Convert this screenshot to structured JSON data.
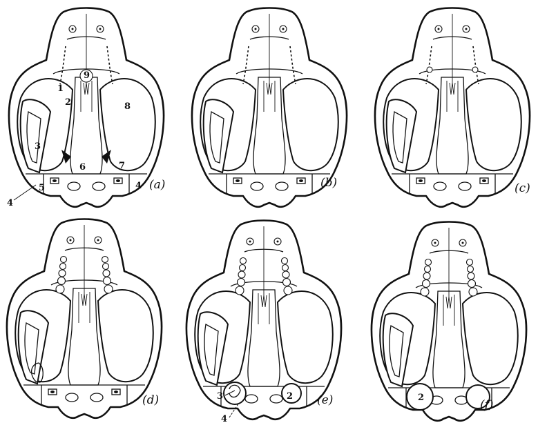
{
  "panels": [
    {
      "id": "a",
      "label": "(a)",
      "numbers": [
        "1",
        "2",
        "3",
        "4",
        "5",
        "6",
        "7",
        "8",
        "9",
        "4"
      ]
    },
    {
      "id": "b",
      "label": "(b)",
      "numbers": []
    },
    {
      "id": "c",
      "label": "(c)",
      "numbers": []
    },
    {
      "id": "d",
      "label": "(d)",
      "numbers": []
    },
    {
      "id": "e",
      "label": "(e)",
      "numbers": [
        "3",
        "4",
        "2"
      ]
    },
    {
      "id": "f",
      "label": "(f)",
      "numbers": [
        "2"
      ]
    }
  ]
}
